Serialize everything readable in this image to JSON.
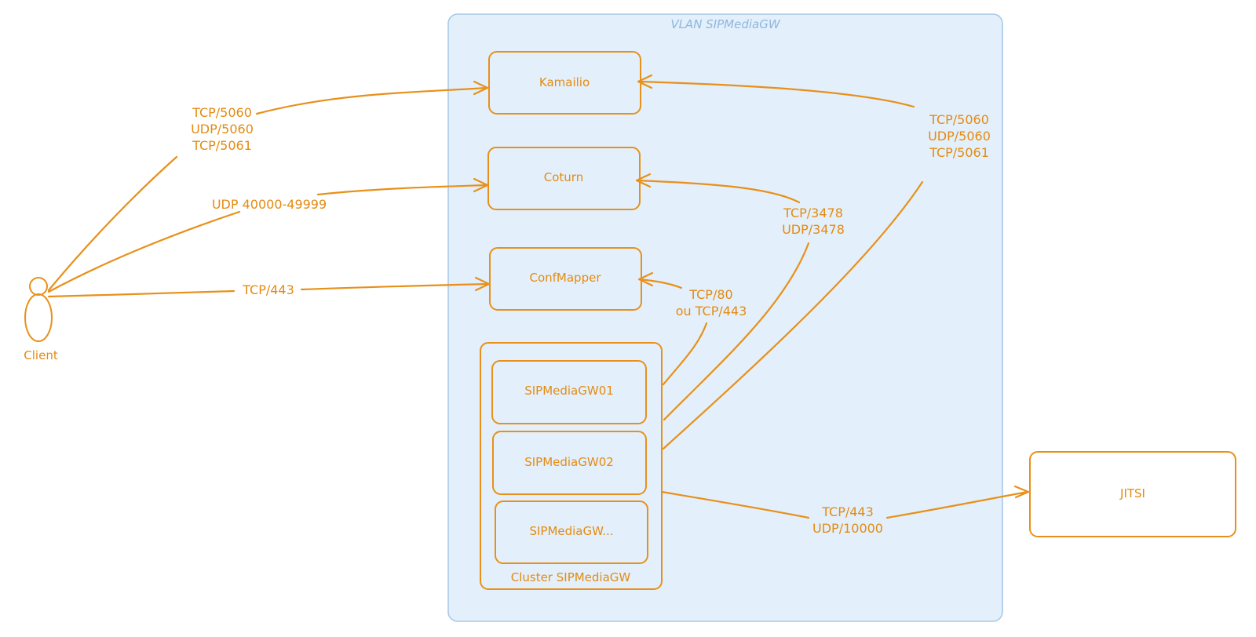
{
  "colors": {
    "accent": "#e8901a",
    "vlan_fill": "#e3f0fb",
    "vlan_stroke": "#a9c9e8",
    "vlan_title": "#8fb6de"
  },
  "vlan": {
    "title": "VLAN SIPMediaGW"
  },
  "client": {
    "label": "Client",
    "icon": "person-icon"
  },
  "nodes": {
    "kamailio": "Kamailio",
    "coturn": "Coturn",
    "confmapper": "ConfMapper",
    "gw01": "SIPMediaGW01",
    "gw02": "SIPMediaGW02",
    "gw_more": "SIPMediaGW...",
    "jitsi": "JITSI"
  },
  "cluster": {
    "label": "Cluster SIPMediaGW"
  },
  "edges": {
    "client_kamailio": [
      "TCP/5060",
      "UDP/5060",
      "TCP/5061"
    ],
    "client_coturn": [
      "UDP 40000-49999"
    ],
    "client_confmapper": [
      "TCP/443"
    ],
    "cluster_kamailio": [
      "TCP/5060",
      "UDP/5060",
      "TCP/5061"
    ],
    "cluster_coturn": [
      "TCP/3478",
      "UDP/3478"
    ],
    "cluster_confmapper": [
      "TCP/80",
      "ou TCP/443"
    ],
    "cluster_jitsi": [
      "TCP/443",
      "UDP/10000"
    ]
  }
}
